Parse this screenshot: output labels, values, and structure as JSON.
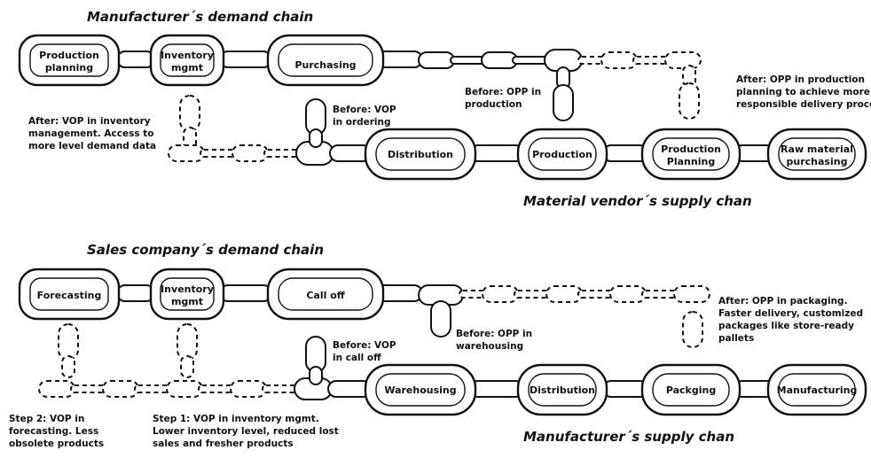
{
  "diagram1": {
    "demand_title": "Manufacturer´s demand chain",
    "supply_title": "Material vendor´s supply chan",
    "demand_links": [
      "Production|planning",
      "Inventory|mgmt",
      "Purchasing"
    ],
    "supply_links": [
      "Distribution",
      "Production",
      "Production|Planning",
      "Raw material|purchasing"
    ],
    "notes": {
      "after_vop": "After: VOP in inventory|management. Access to|more level demand data",
      "before_vop": "Before: VOP|in ordering",
      "before_opp": "Before: OPP in|production",
      "after_opp": "After: OPP in production|planning to achieve more|responsible delivery proces"
    }
  },
  "diagram2": {
    "demand_title": "Sales company´s demand chain",
    "supply_title": "Manufacturer´s supply chan",
    "demand_links": [
      "Forecasting",
      "Inventory|mgmt",
      "Call off"
    ],
    "supply_links": [
      "Warehousing",
      "Distribution",
      "Packging",
      "Manufacturing"
    ],
    "notes": {
      "step2": "Step 2: VOP in|forecasting. Less|obsolete products",
      "step1": "Step 1: VOP in inventory mgmt.|Lower inventory level, reduced lost|sales and fresher products",
      "before_vop": "Before: VOP|in call off",
      "before_opp": "Before: OPP in|warehousing",
      "after_opp": "After: OPP in packaging.|Faster delivery, customized|packages like store-ready|pallets"
    }
  }
}
